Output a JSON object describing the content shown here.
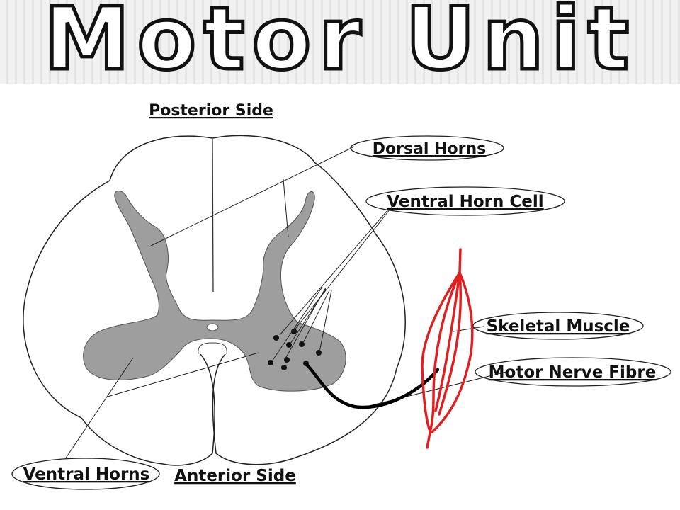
{
  "title": "Motor Unit",
  "labels": {
    "posterior_side": "Posterior Side",
    "dorsal_horns": "Dorsal Horns",
    "ventral_horn_cell": "Ventral Horn Cell",
    "skeletal_muscle": "Skeletal Muscle",
    "motor_nerve_fibre": "Motor Nerve Fibre",
    "ventral_horns": "Ventral Horns",
    "anterior_side": "Anterior Side"
  },
  "colors": {
    "grey_matter": "#9e9e9e",
    "muscle": "#e02020",
    "nerve": "#000000",
    "outline": "#222222"
  }
}
